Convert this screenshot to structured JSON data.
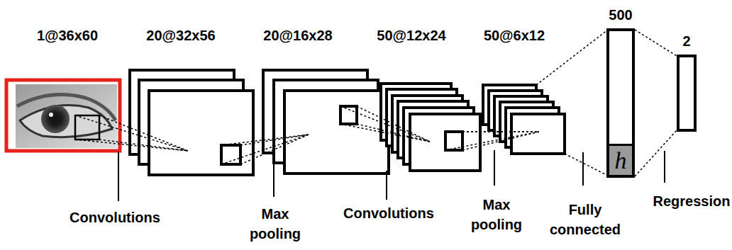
{
  "diagram": {
    "nodes": [
      {
        "text": [
          "500"
        ]
      },
      {
        "text": [
          "h"
        ],
        "in": 0
      },
      {
        "text": [
          "2"
        ]
      }
    ],
    "edges": [
      {
        "from": 0,
        "to": 2,
        "arrow": "none"
      }
    ],
    "labels": [
      "1@36x60",
      "20@32x56",
      "20@16x28",
      "50@12x24",
      "50@6x12",
      "Convolutions",
      "Max pooling",
      "Convolutions",
      "Max pooling",
      "Fully connected",
      "Regression"
    ]
  }
}
